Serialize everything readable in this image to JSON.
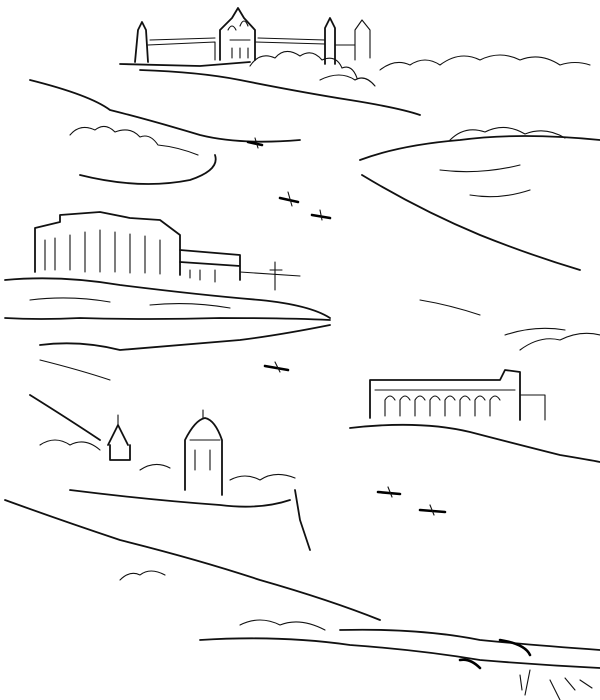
{
  "illustration": {
    "style": "black ink line drawing",
    "colors": {
      "ink": "#111111",
      "paper": "#ffffff"
    },
    "scenes": [
      "kremlin-fortress",
      "ruined-palace",
      "riverside-building",
      "church-on-hill",
      "river",
      "boats"
    ]
  }
}
